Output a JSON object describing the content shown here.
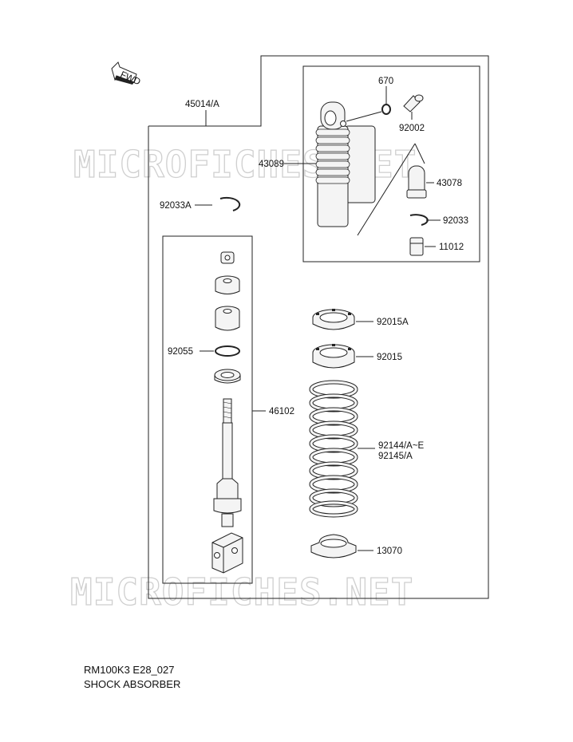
{
  "diagram": {
    "callouts": {
      "assembly": "45014/A",
      "o_ring_top": "670",
      "reservoir": "43089",
      "valve": "92002",
      "cap": "43078",
      "circlip_reservoir": "92033",
      "nut_reservoir": "11012",
      "circlip_body": "92033A",
      "o_ring_rod": "92055",
      "rod_assembly": "46102",
      "locknut": "92015A",
      "adjuster_nut": "92015",
      "spring_1": "92144/A~E",
      "spring_2": "92145/A",
      "spring_seat": "13070",
      "fwd_arrow": "FWD"
    },
    "watermark": "MICROFICHES.NET"
  },
  "footer": {
    "code": "RM100K3 E28_027",
    "title": "SHOCK ABSORBER"
  }
}
